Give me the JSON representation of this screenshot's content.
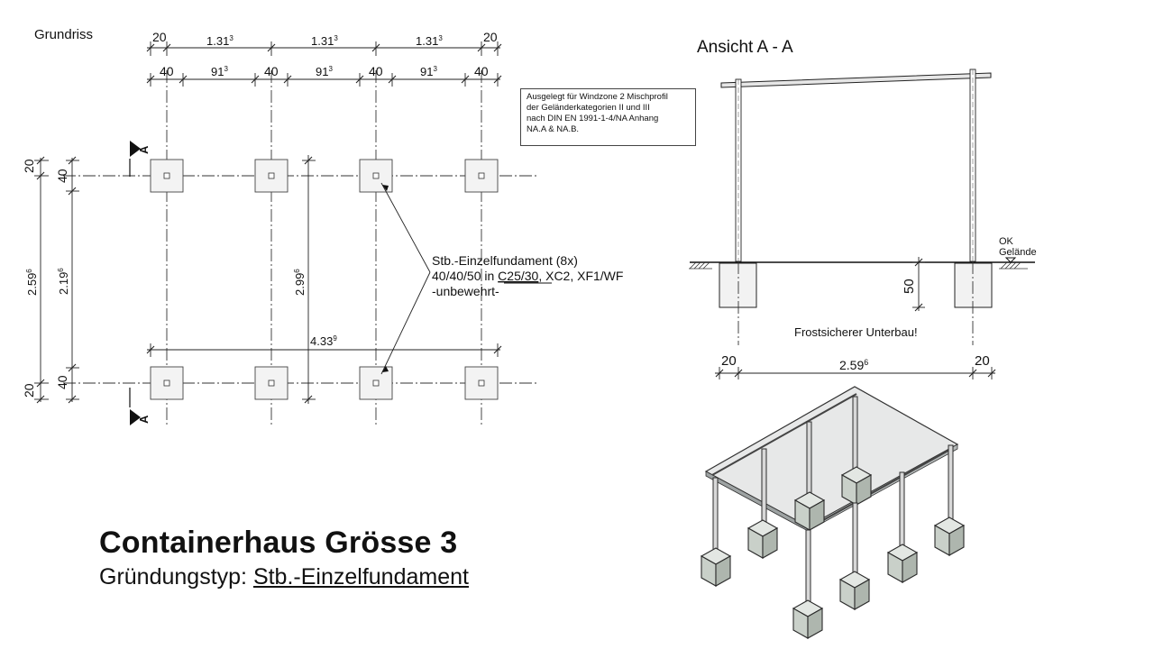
{
  "plan": {
    "title": "Grundriss",
    "dims_top_outer": [
      "20",
      "1.31",
      "1.31",
      "1.31",
      "20"
    ],
    "dims_top_inner": [
      "40",
      "91",
      "40",
      "91",
      "40",
      "91",
      "40"
    ],
    "sup3": "3",
    "dims_left": [
      "20",
      "40",
      "2.59",
      "2.19",
      "40",
      "20"
    ],
    "sup6": "6",
    "dim_inner_v": "2.99",
    "dim_inner_h": "4.33",
    "sup9": "9",
    "section_mark": "A",
    "footing_note": [
      "Stb.-Einzelfundament (8x)",
      "40/40/50 in ",
      "C25/30",
      ", XC2, XF1/WF",
      "-unbewehrt-"
    ]
  },
  "note": {
    "lines": [
      "Ausgelegt für Windzone 2 Mischprofil",
      "der Geländerkategorien II und III",
      "nach DIN EN 1991-1-4/NA Anhang",
      "NA.A & NA.B."
    ]
  },
  "section": {
    "title": "Ansicht A - A",
    "ground_label_1": "OK",
    "ground_label_2": "Gelände",
    "depth": "50",
    "frost_note": "Frostsicherer Unterbau!",
    "dims_bottom": [
      "20",
      "2.59",
      "20"
    ],
    "sup6": "6"
  },
  "footer": {
    "title": "Containerhaus Grösse 3",
    "subtitle_prefix": "Gründungstyp: ",
    "subtitle_value": "Stb.-Einzelfundament"
  }
}
